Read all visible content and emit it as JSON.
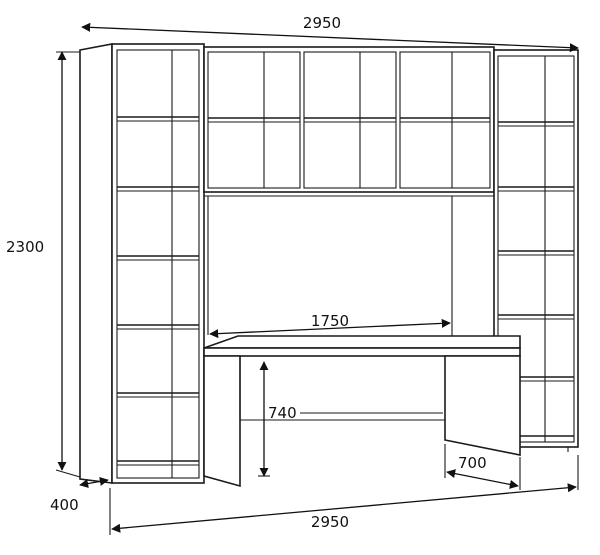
{
  "dimensions": {
    "overall_width_top": "2950",
    "overall_width_bottom": "2950",
    "height": "2300",
    "depth": "400",
    "desk_width": "1750",
    "desk_height": "740",
    "desk_leg_depth": "700"
  }
}
